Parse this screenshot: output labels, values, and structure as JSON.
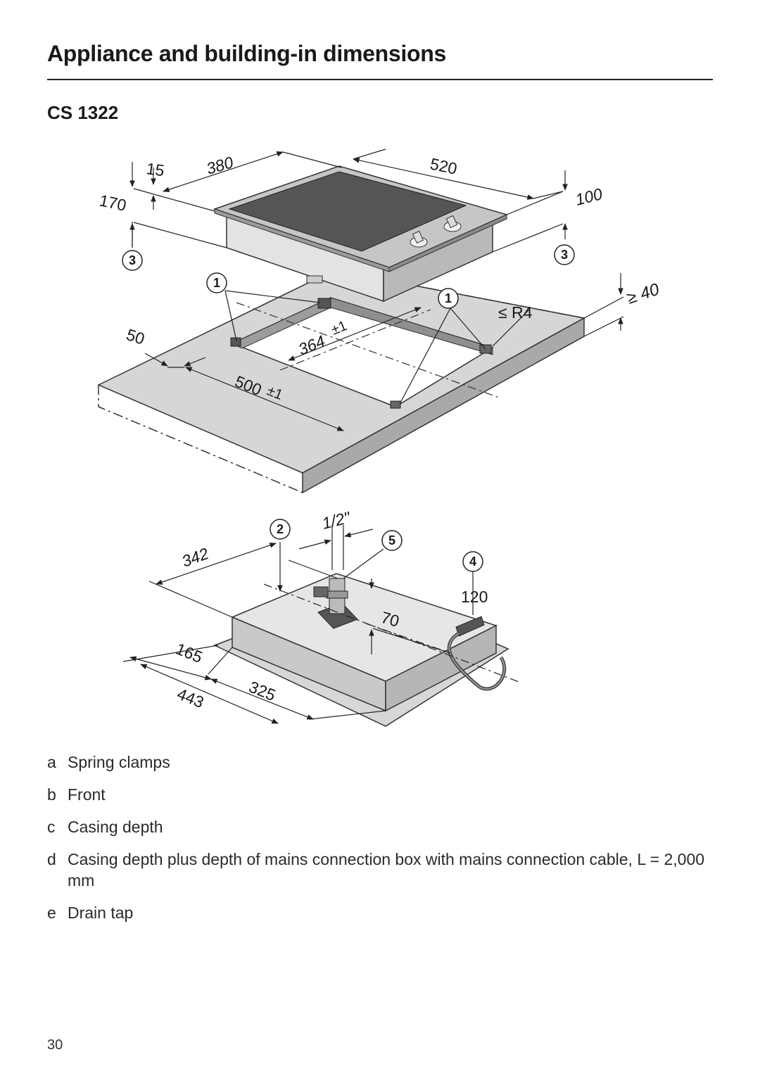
{
  "header": {
    "title": "Appliance and building-in dimensions",
    "model": "CS 1322"
  },
  "figure": {
    "top_view_dimensions": {
      "d15": "15",
      "d170": "170",
      "d380": "380",
      "d520": "520",
      "d100": "100",
      "d40": "≥ 40",
      "radius": "≤ R4",
      "d50": "50",
      "d364": "364",
      "d364_tol": "±1",
      "d500": "500",
      "d500_tol": "±1"
    },
    "bottom_view_dimensions": {
      "d342": "342",
      "half_inch": "1/2\"",
      "d120": "120",
      "d70": "70",
      "d165": "165",
      "d325": "325",
      "d443": "443"
    },
    "callouts": [
      "1",
      "2",
      "3",
      "4",
      "5"
    ]
  },
  "legend": [
    {
      "key": "a",
      "text": "Spring clamps"
    },
    {
      "key": "b",
      "text": "Front"
    },
    {
      "key": "c",
      "text": "Casing depth"
    },
    {
      "key": "d",
      "text": "Casing depth plus depth of mains connection box with mains connection cable, L = 2,000 mm"
    },
    {
      "key": "e",
      "text": "Drain tap"
    }
  ],
  "footer": {
    "page_number": "30"
  }
}
